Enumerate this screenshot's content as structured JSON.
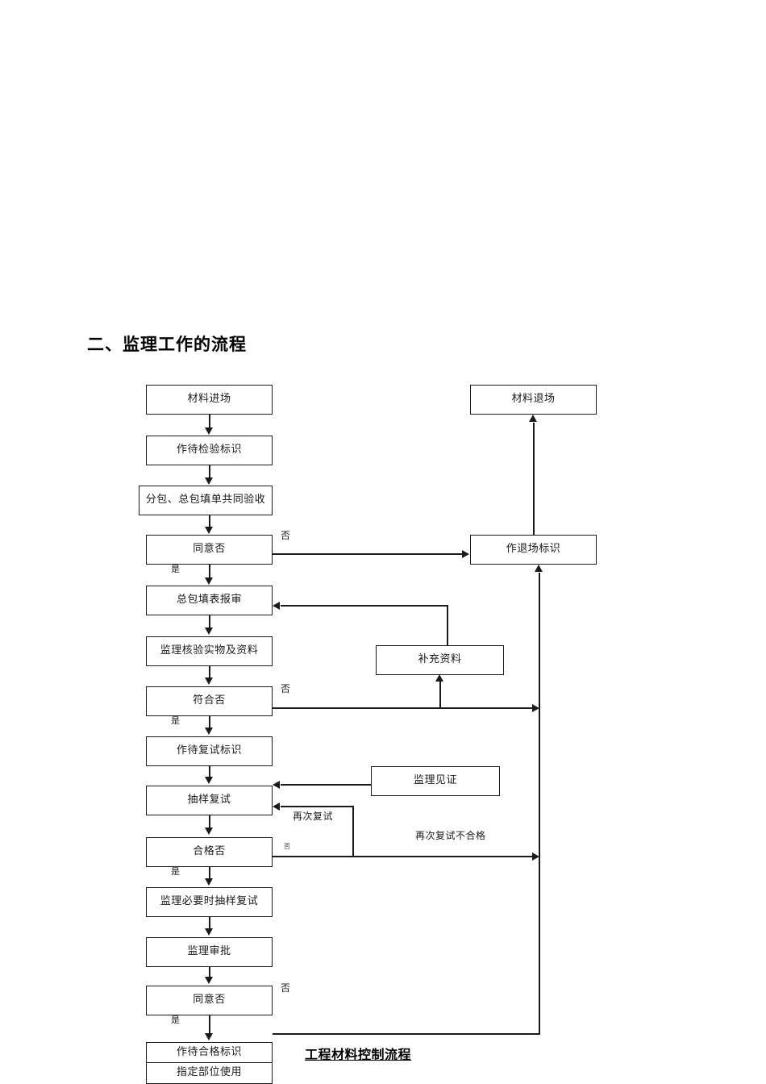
{
  "document": {
    "section_title": "二、监理工作的流程",
    "figure_caption": "工程材料控制流程"
  },
  "flowchart": {
    "main_column": [
      {
        "id": "material-in",
        "label": "材料进场"
      },
      {
        "id": "pending-inspection-mark",
        "label": "作待检验标识"
      },
      {
        "id": "joint-acceptance",
        "label": "分包、总包填单共同验收"
      },
      {
        "id": "agree-decision-1",
        "label": "同意否"
      },
      {
        "id": "contractor-form-submit",
        "label": "总包填表报审"
      },
      {
        "id": "supervisor-verify",
        "label": "监理核验实物及资料"
      },
      {
        "id": "conform-decision",
        "label": "符合否"
      },
      {
        "id": "pending-retest-mark",
        "label": "作待复试标识"
      },
      {
        "id": "sampling-retest",
        "label": "抽样复试"
      },
      {
        "id": "qualified-decision",
        "label": "合格否"
      },
      {
        "id": "supervisor-sampling-retest",
        "label": "监理必要时抽样复试"
      },
      {
        "id": "supervisor-approval",
        "label": "监理审批"
      },
      {
        "id": "agree-decision-2",
        "label": "同意否"
      }
    ],
    "final_node": {
      "id": "qualified-mark-use",
      "line_1": "作待合格标识",
      "line_2": "指定部位使用"
    },
    "right_column": [
      {
        "id": "material-out",
        "label": "材料退场"
      },
      {
        "id": "exit-mark",
        "label": "作退场标识"
      }
    ],
    "side_nodes": [
      {
        "id": "supplement-data",
        "label": "补充资料"
      },
      {
        "id": "supervisor-witness",
        "label": "监理见证"
      }
    ],
    "edge_labels": {
      "no_1": "否",
      "yes_1": "是",
      "no_2": "否",
      "yes_2": "是",
      "no_3": "否",
      "yes_3": "是",
      "no_4": "否",
      "yes_4": "是",
      "retest_again": "再次复试",
      "retest_again_fail": "再次复试不合格"
    }
  },
  "colors": {
    "stroke": "#1a1a1a",
    "background": "#ffffff"
  }
}
